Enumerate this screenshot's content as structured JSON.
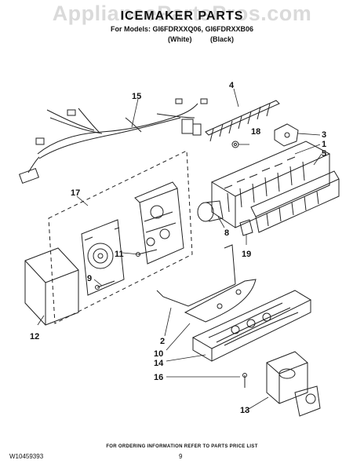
{
  "header": {
    "watermark": "AppliancePartsPros.com",
    "title": "ICEMAKER PARTS",
    "models_line": "For Models: GI6FDRXXQ06, GI6FDRXXB06",
    "variant_white": "(White)",
    "variant_black": "(Black)"
  },
  "callouts": [
    "15",
    "4",
    "18",
    "3",
    "1",
    "5",
    "17",
    "8",
    "11",
    "19",
    "9",
    "12",
    "2",
    "10",
    "14",
    "16",
    "13"
  ],
  "footer": {
    "ordering_note": "FOR ORDERING INFORMATION REFER TO PARTS PRICE LIST",
    "document_number": "W10459393",
    "page_number": "9"
  }
}
